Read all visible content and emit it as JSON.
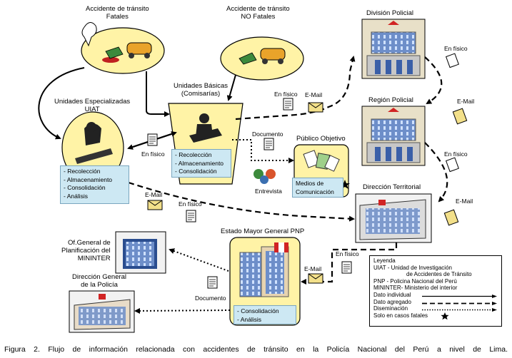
{
  "nodes": {
    "fatales": {
      "title": "Accidente de tránsito\nFatales"
    },
    "no_fatales": {
      "title": "Accidente de tránsito\nNO Fatales"
    },
    "division": {
      "title": "División Policial"
    },
    "region": {
      "title": "Región Policial"
    },
    "basicas": {
      "title": "Unidades Básicas\n(Comisarías)",
      "items": [
        "- Recolección",
        "- Almacenamiento",
        "- Consolidación"
      ]
    },
    "uiat": {
      "title": "Unidades Especializadas\nUIAT",
      "items": [
        "- Recolección",
        "- Almacenamiento",
        "- Consolidación",
        "- Análisis"
      ]
    },
    "publico": {
      "title": "Público Objetivo",
      "box": "Medios de\nComunicación"
    },
    "territorial": {
      "title": "Dirección Territorial"
    },
    "estado_mayor": {
      "title": "Estado Mayor General PNP",
      "items": [
        "- Consolidación",
        "- Análisis"
      ]
    },
    "planificacion": {
      "title": "Of.General de\nPlanificación del\nMININTER"
    },
    "direccion_general": {
      "title": "Dirección General\nde la Policía"
    }
  },
  "edge_labels": {
    "en_fisico": "En físico",
    "email": "E-Mail",
    "documento": "Documento",
    "entrevista": "Entrevista"
  },
  "legend": {
    "title": "Leyenda",
    "lines": [
      "UIAT - Unidad de Investigación",
      "de Accidentes de Tránsito",
      "PNP - Policina Nacional del Perú",
      "MININTER- Ministerio del interior"
    ],
    "keys": [
      "Dato individual",
      "Dato agregado",
      "Diseminación",
      "Solo en casos fatales"
    ]
  },
  "caption": "Figura 2. Flujo de información relacionada con accidentes de tránsito en la Policía Nacional del Perú a nivel de Lima."
}
